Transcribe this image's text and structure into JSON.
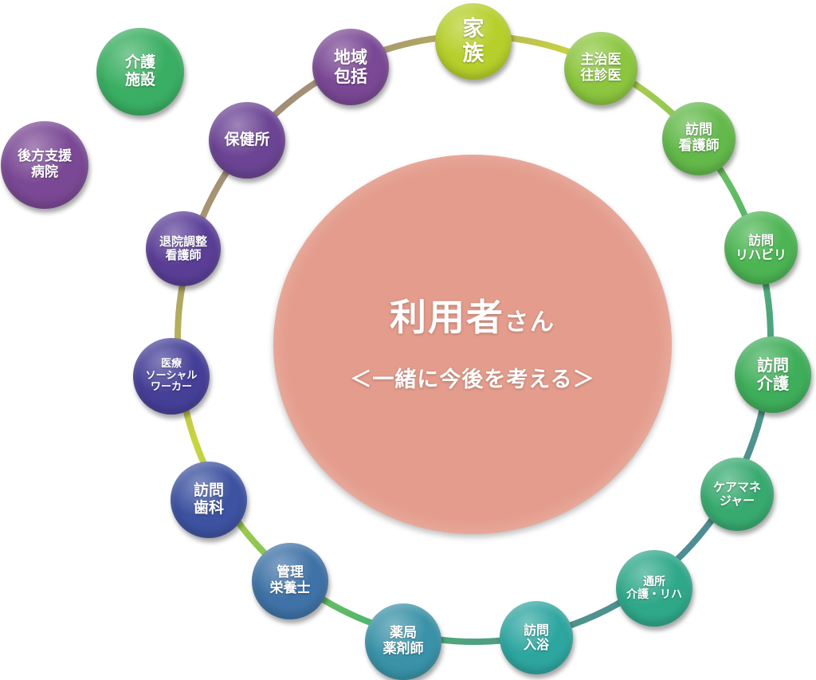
{
  "center": {
    "title": "利用者",
    "title_suffix": "さん",
    "subtitle": "＜一緒に今後を考える＞",
    "color": "#e49c8c"
  },
  "nodes": [
    {
      "key": "kazoku",
      "lines": [
        "家",
        "族"
      ],
      "color": "#b6cf2a"
    },
    {
      "key": "shujii",
      "lines": [
        "主治医",
        "往診医"
      ],
      "color": "#8cc63f"
    },
    {
      "key": "kango",
      "lines": [
        "訪問",
        "看護師"
      ],
      "color": "#63b94a"
    },
    {
      "key": "reha",
      "lines": [
        "訪問",
        "リハビリ"
      ],
      "color": "#4cb452"
    },
    {
      "key": "kaigo",
      "lines": [
        "訪問",
        "介護"
      ],
      "color": "#3fae5a"
    },
    {
      "key": "caremane",
      "lines": [
        "ケアマネ",
        "ジャー"
      ],
      "color": "#38aa70"
    },
    {
      "key": "tsusho",
      "lines": [
        "通所",
        "介護・リハ"
      ],
      "color": "#2fa88a"
    },
    {
      "key": "nyuyoku",
      "lines": [
        "訪問",
        "入浴"
      ],
      "color": "#2ea6a0"
    },
    {
      "key": "yakkyoku",
      "lines": [
        "薬局",
        "薬剤師"
      ],
      "color": "#3a92a8"
    },
    {
      "key": "eiyoushi",
      "lines": [
        "管理",
        "栄養士"
      ],
      "color": "#3f72a6"
    },
    {
      "key": "shika",
      "lines": [
        "訪問",
        "歯科"
      ],
      "color": "#3d52a0"
    },
    {
      "key": "msw",
      "lines": [
        "医療",
        "ソーシャル",
        "ワーカー"
      ],
      "color": "#463f98"
    },
    {
      "key": "taiin",
      "lines": [
        "退院調整",
        "看護師"
      ],
      "color": "#5a3e96"
    },
    {
      "key": "hokenjo",
      "lines": [
        "保健所"
      ],
      "color": "#6b4494"
    },
    {
      "key": "chiiki",
      "lines": [
        "地域",
        "包括"
      ],
      "color": "#7a4894"
    },
    {
      "key": "kaigoshisetsu",
      "lines": [
        "介護",
        "施設"
      ],
      "color": "#3aae62"
    },
    {
      "key": "kohoshien",
      "lines": [
        "後方支援",
        "病院"
      ],
      "color": "#7a4894"
    }
  ]
}
